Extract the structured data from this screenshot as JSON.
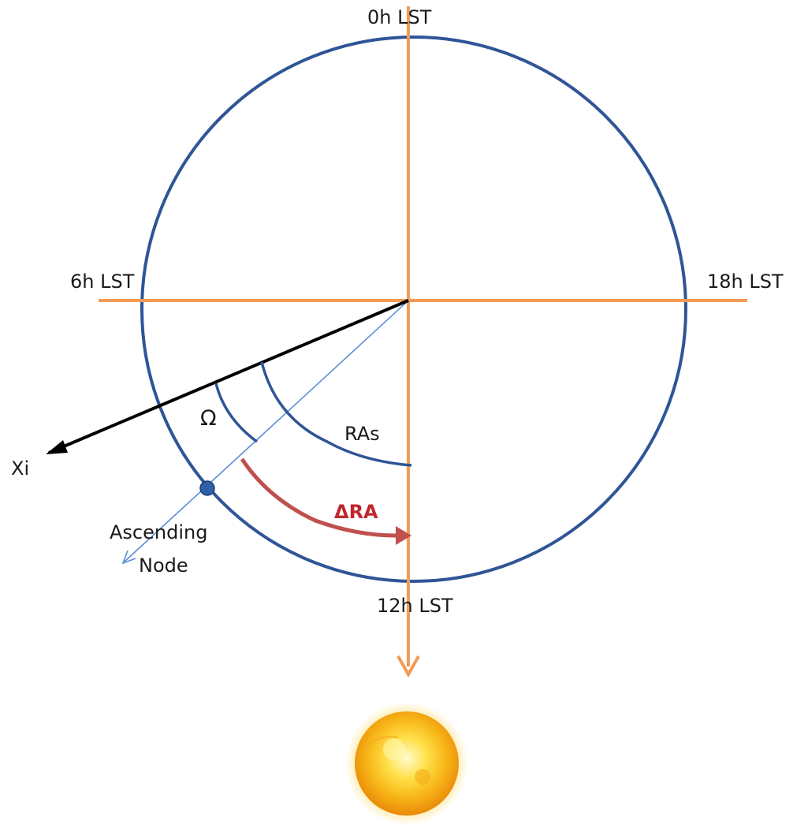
{
  "labels": {
    "lst_0h": "0h LST",
    "lst_6h": "6h LST",
    "lst_12h": "12h LST",
    "lst_18h": "18h LST",
    "xi": "Xi",
    "omega": "Ω",
    "ras": "RAs",
    "delta_ra": "ΔRA",
    "ascending_node_line1": "Ascending",
    "ascending_node_line2": "Node"
  },
  "colors": {
    "circle": "#2f5597",
    "lst_axes": "#f29b56",
    "xi_axis": "#000000",
    "node_line": "#5b8fd6",
    "arcs": "#2f5597",
    "delta_ra_arrow": "#c0504d",
    "node_dot": "#2f5fa7"
  },
  "icons": {
    "sun": "sun-icon"
  }
}
